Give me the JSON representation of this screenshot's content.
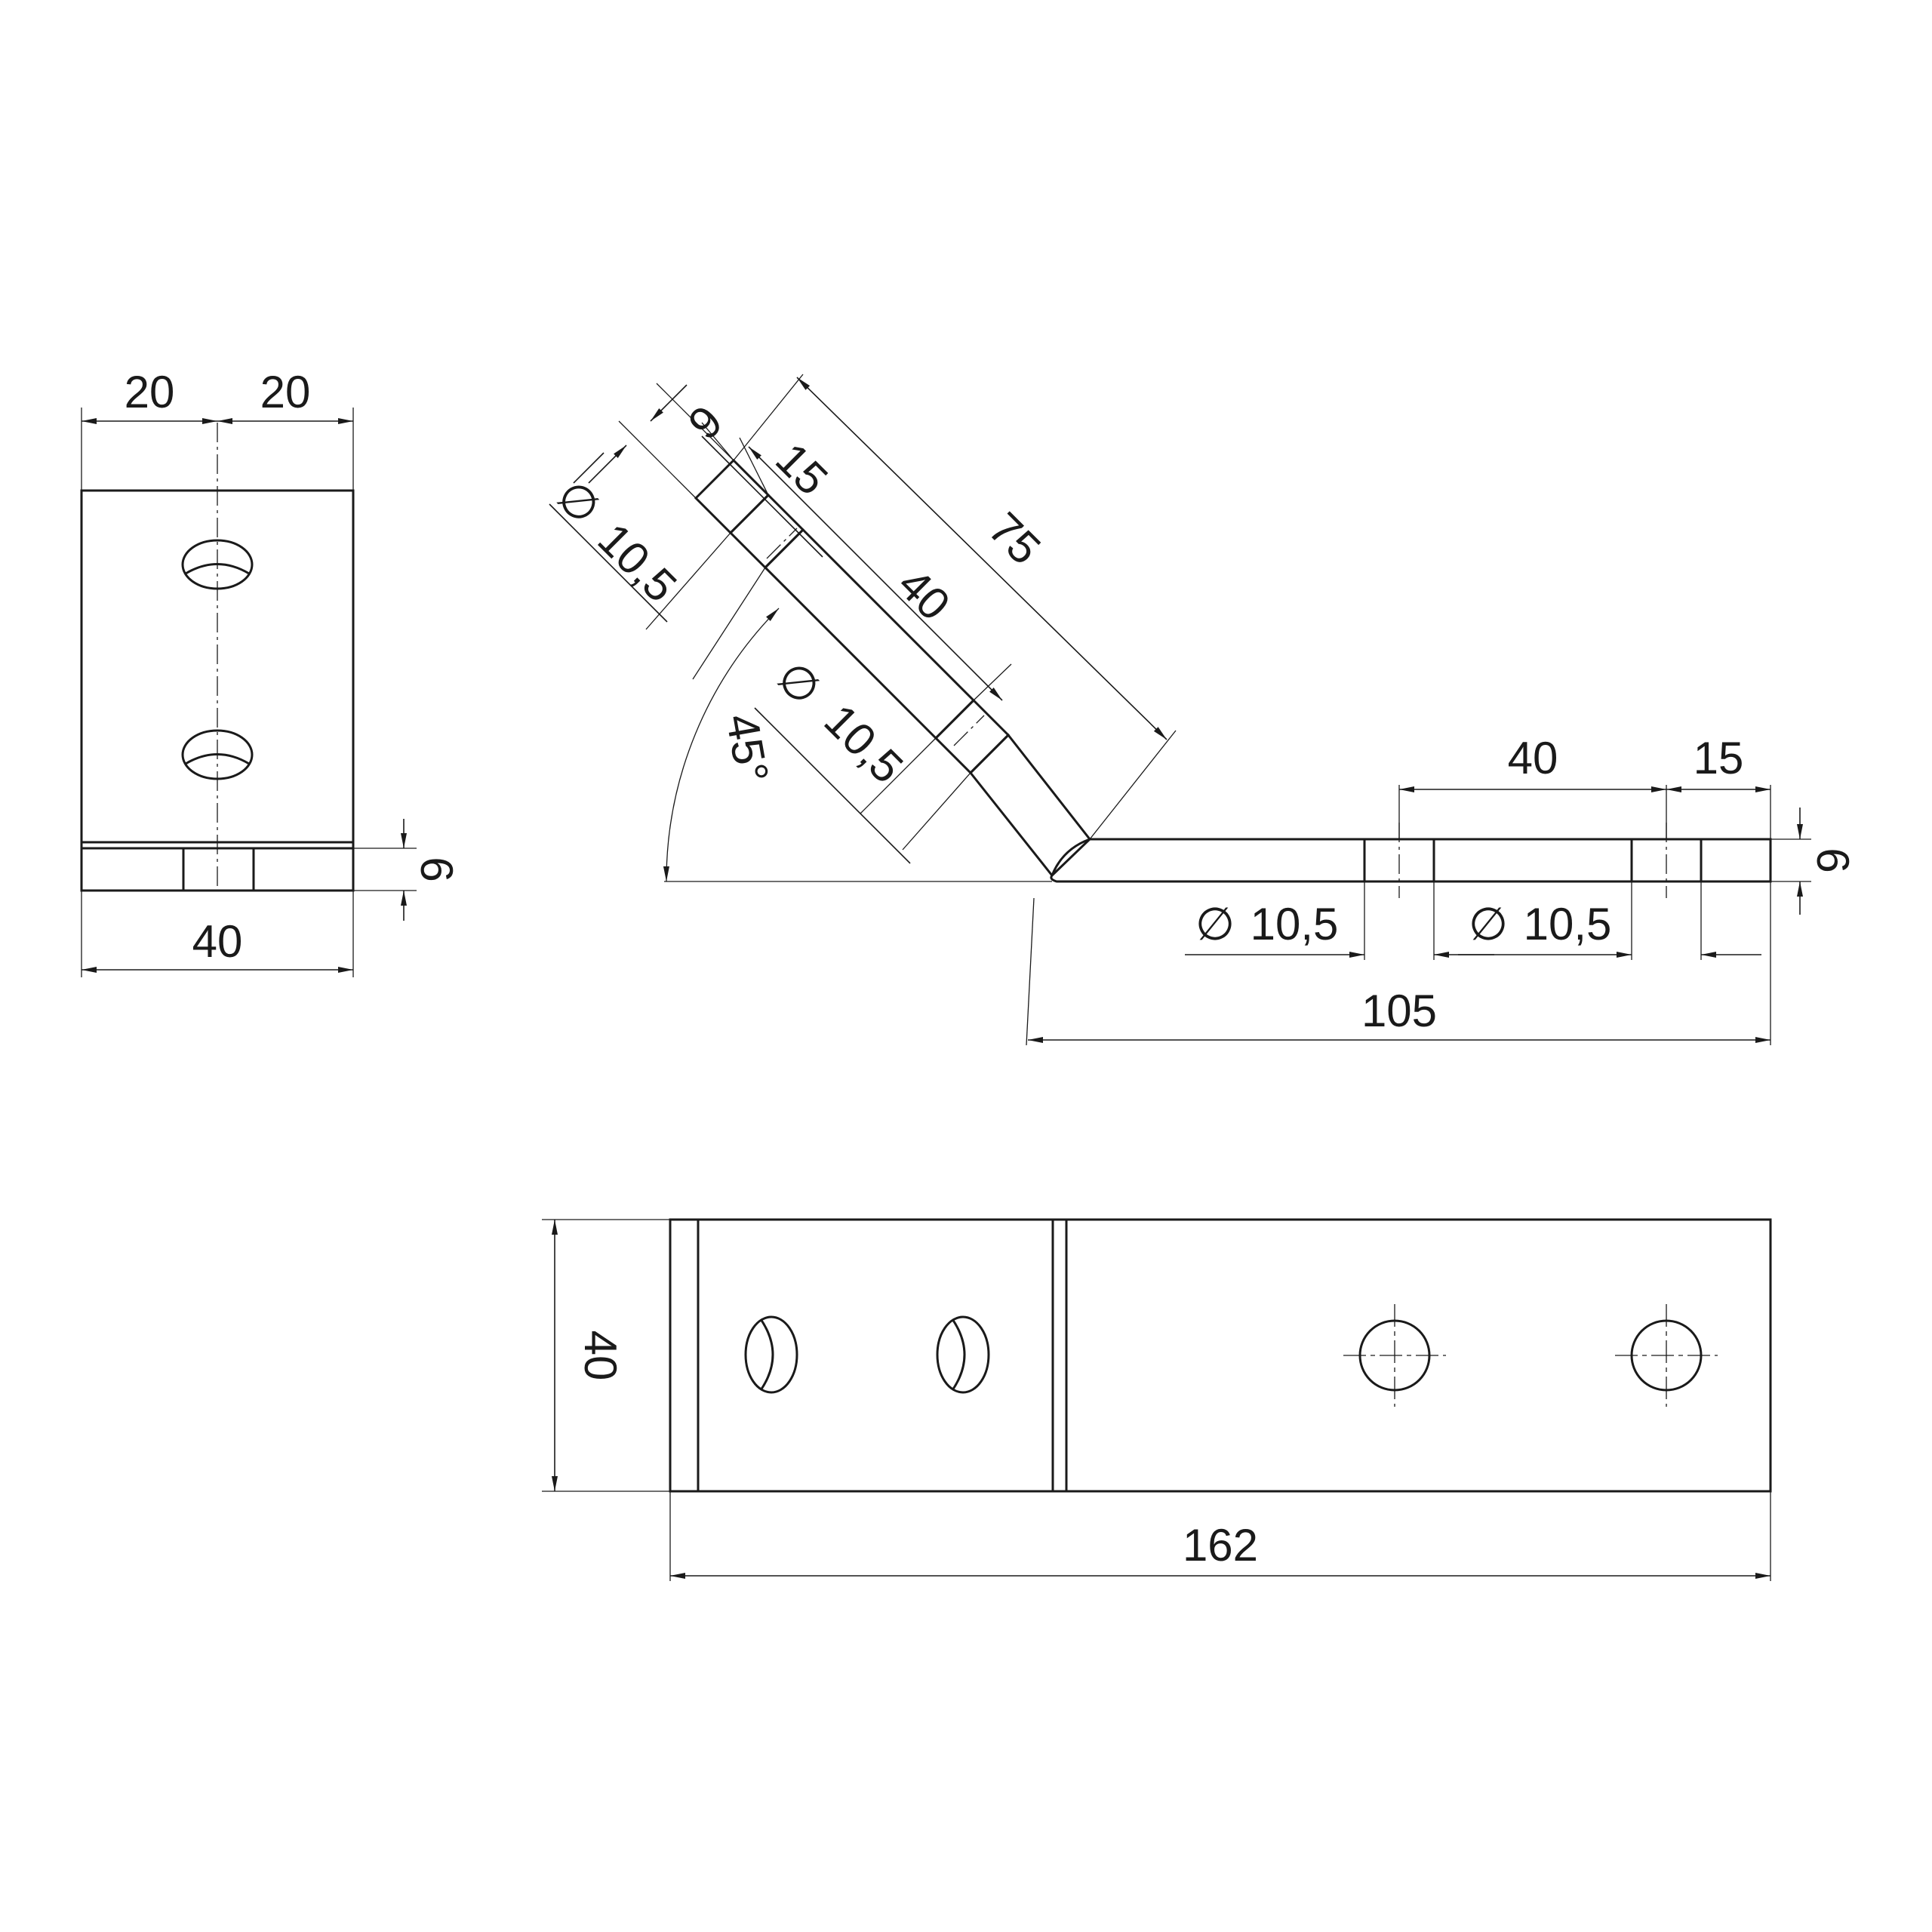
{
  "views": {
    "end_view": {
      "top_left": "20",
      "top_right": "20",
      "bottom_width": "40",
      "thickness": "6"
    },
    "side_view": {
      "angled_thickness": "6",
      "angled_first_hole_offset": "15",
      "angled_hole_spacing": "40",
      "angled_leg_length": "75",
      "angled_hole_dia_1": "10,5",
      "angled_hole_dia_2": "10,5",
      "bend_angle": "45°",
      "flat_hole_spacing": "40",
      "flat_end_offset": "15",
      "flat_thickness": "6",
      "flat_hole_dia_1": "10,5",
      "flat_hole_dia_2": "10,5",
      "flat_leg_length": "105"
    },
    "top_view": {
      "width": "40",
      "overall_length": "162"
    }
  },
  "symbols": {
    "diameter": "∅"
  },
  "colors": {
    "line": "#1a1a1a",
    "background": "#ffffff"
  }
}
